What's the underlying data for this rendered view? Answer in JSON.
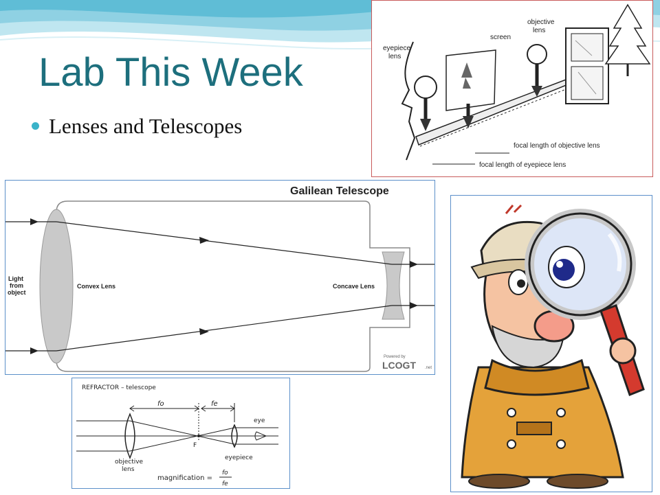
{
  "slide": {
    "title": "Lab This Week",
    "bullet": "Lenses and Telescopes"
  },
  "bench_diagram": {
    "label_eyepiece": "eyepiece",
    "label_eyepiece2": "lens",
    "label_screen": "screen",
    "label_objective": "objective",
    "label_objective2": "lens",
    "label_focal_objective": "focal length of objective lens",
    "label_focal_eyepiece": "focal length of eyepiece lens"
  },
  "galilean": {
    "title": "Galilean Telescope",
    "light_1": "Light",
    "light_2": "from",
    "light_3": "object",
    "convex": "Convex Lens",
    "concave": "Concave Lens",
    "powered": "Powered by",
    "brand": "LCOGT",
    "brand_suffix": ".net"
  },
  "refractor": {
    "title": "REFRACTOR – telescope",
    "fo": "fo",
    "fe": "fe",
    "eye": "eye",
    "focus": "F",
    "objective_1": "objective",
    "objective_2": "lens",
    "eyepiece": "eyepiece",
    "magnification": "magnification =",
    "frac_num": "fo",
    "frac_den": "fe"
  },
  "colors": {
    "title": "#1d6f7d",
    "bullet_dot": "#3ab3c9",
    "frame_blue": "#5b8fc9",
    "frame_red": "#c85a5a"
  }
}
